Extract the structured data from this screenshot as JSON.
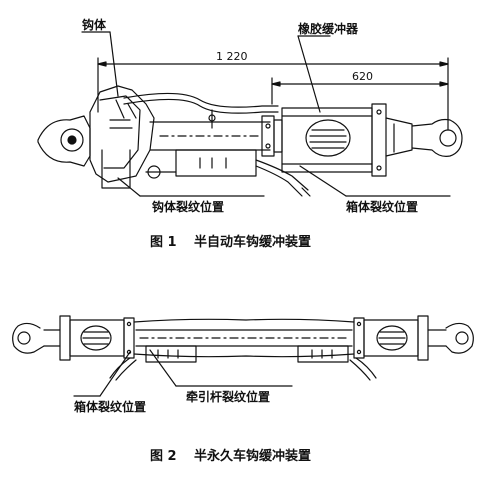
{
  "figure1": {
    "labels": {
      "coupler_body": "钩体",
      "rubber_buffer": "橡胶缓冲器",
      "coupler_crack": "钩体裂纹位置",
      "box_crack": "箱体裂纹位置"
    },
    "dimensions": {
      "overall": "1 220",
      "partial": "620"
    },
    "caption": {
      "number": "图 1",
      "title": "半自动车钩缓冲装置"
    }
  },
  "figure2": {
    "labels": {
      "box_crack": "箱体裂纹位置",
      "drawbar_crack": "牵引杆裂纹位置"
    },
    "caption": {
      "number": "图 2",
      "title": "半永久车钩缓冲装置"
    }
  },
  "colors": {
    "line": "#111111",
    "background": "#ffffff"
  }
}
